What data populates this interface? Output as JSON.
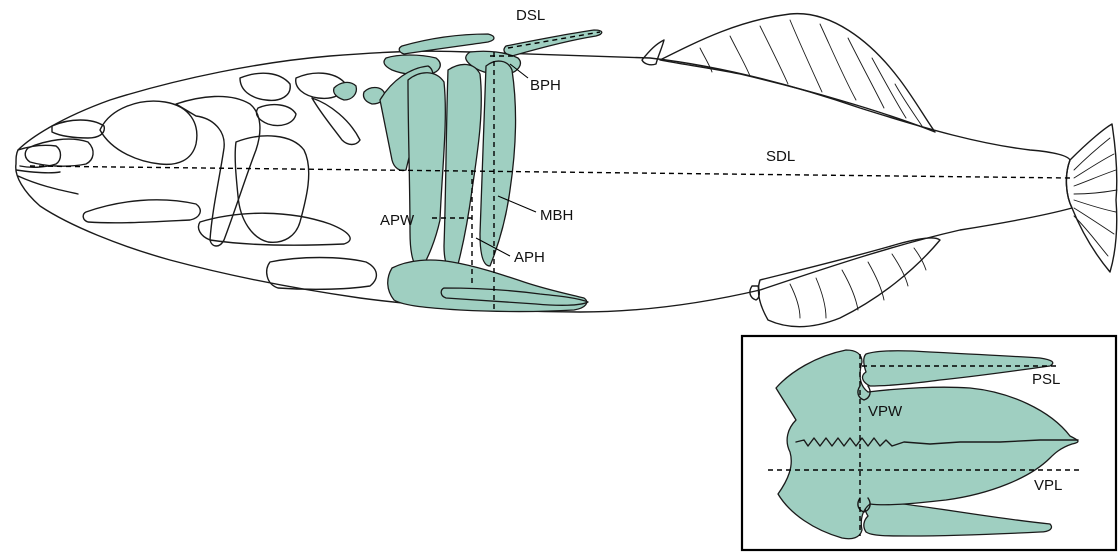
{
  "colors": {
    "bone": "#9fcfc1",
    "outline": "#1a1a1a"
  },
  "labels": {
    "dsl": "DSL",
    "bph": "BPH",
    "sdl": "SDL",
    "mbh": "MBH",
    "apw": "APW",
    "aph": "APH",
    "psl": "PSL",
    "vpw": "VPW",
    "vpl": "VPL"
  }
}
